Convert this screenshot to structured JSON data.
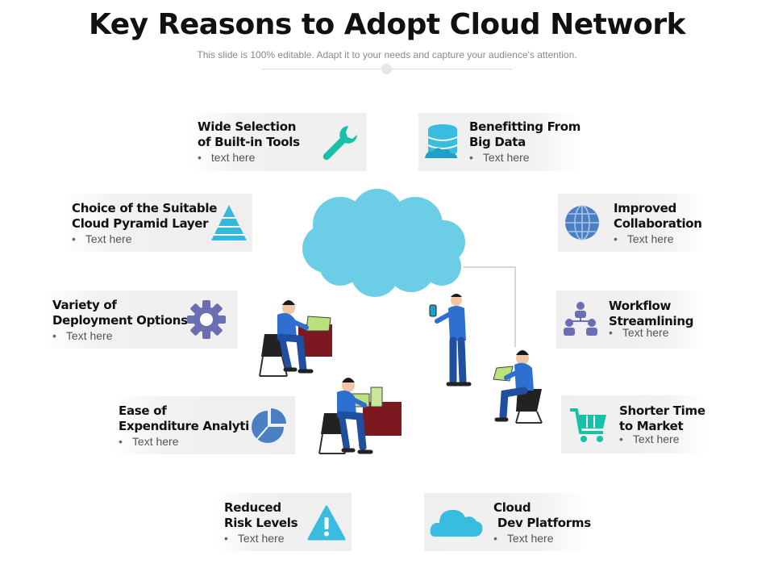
{
  "title": "Key Reasons to Adopt Cloud Network",
  "subtitle": "This slide is 100% editable. Adapt it to your needs and capture your audience's attention.",
  "cards": {
    "tools": {
      "heading": "Wide Selection\nof Built-in Tools",
      "bullet": "text here",
      "icon": "wrench-icon",
      "color": "#17c1a8"
    },
    "bigdata": {
      "heading": "Benefitting From\nBig Data",
      "bullet": "Text here",
      "icon": "database-icon",
      "color": "#38bde0"
    },
    "pyramid": {
      "heading": "Choice of the Suitable\nCloud Pyramid Layer",
      "bullet": "Text here",
      "icon": "pyramid-icon",
      "color": "#34b9dd"
    },
    "collab": {
      "heading": "Improved\nCollaboration",
      "bullet": "Text here",
      "icon": "globe-icon",
      "color": "#4a7fc4"
    },
    "deploy": {
      "heading": "Variety of\nDeployment Options",
      "bullet": "Text here",
      "icon": "gear-icon",
      "color": "#6a6fb3"
    },
    "workflow": {
      "heading": "Workflow\nStreamlining",
      "bullet": "Text here",
      "icon": "team-icon",
      "color": "#6a6fb3"
    },
    "expenditure": {
      "heading": "Ease of\nExpenditure Analyti",
      "bullet": "Text here",
      "icon": "pie-chart-icon",
      "color": "#4a7fc4"
    },
    "market": {
      "heading": "Shorter Time\nto Market",
      "bullet": "Text here",
      "icon": "cart-icon",
      "color": "#17c1a8"
    },
    "risk": {
      "heading": "Reduced\nRisk Levels",
      "bullet": "Text here",
      "icon": "warning-icon",
      "color": "#38bde0"
    },
    "devplat": {
      "heading": "Cloud\n Dev Platforms",
      "bullet": "Text here",
      "icon": "cloud-icon",
      "color": "#38bde0"
    }
  },
  "colors": {
    "cloud": "#6ccde6",
    "shirt": "#2f6fd0",
    "pants": "#1f4f9e",
    "desk": "#7b1820",
    "screen": "#b9e27a"
  }
}
